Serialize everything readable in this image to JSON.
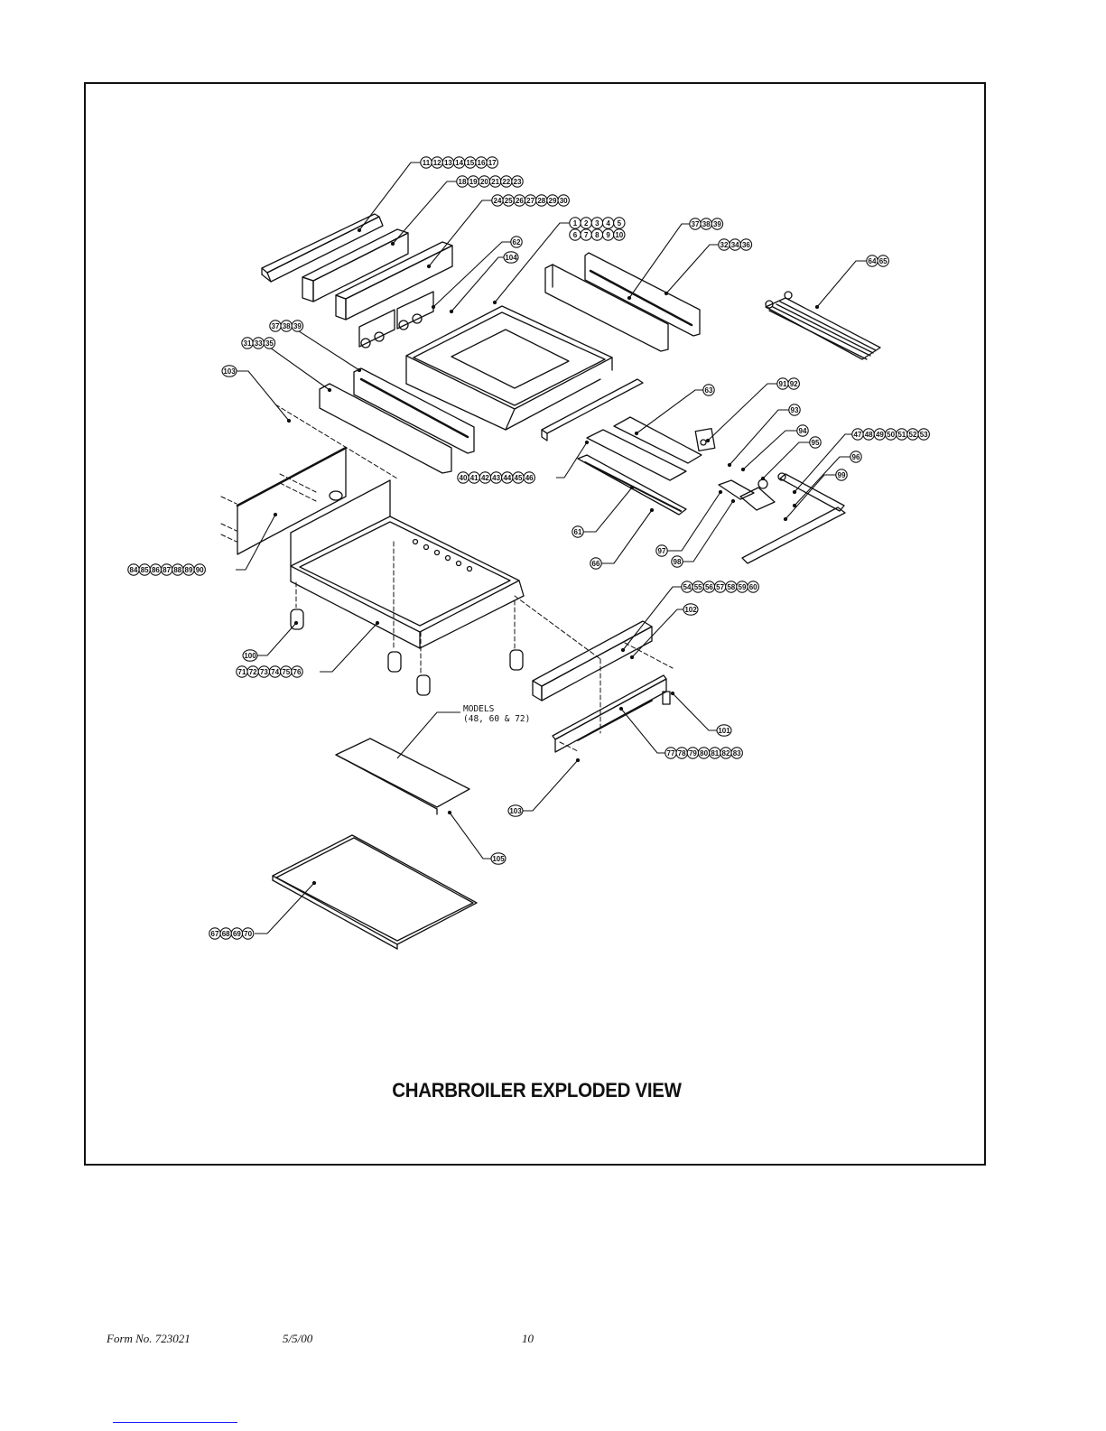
{
  "document": {
    "title": "CHARBROILER EXPLODED VIEW",
    "footer": {
      "form_number": "Form No. 723021",
      "date": "5/5/00",
      "page_number": "10"
    },
    "models_note": {
      "line1": "MODELS",
      "line2": "(48, 60 & 72)"
    }
  },
  "callouts": [
    {
      "id": "grp-11-17",
      "numbers": [
        "11",
        "12",
        "13",
        "14",
        "15",
        "16",
        "17"
      ],
      "part": "top-angle-trim"
    },
    {
      "id": "grp-18-23",
      "numbers": [
        "18",
        "19",
        "20",
        "21",
        "22",
        "23"
      ],
      "part": "rear-box-panel"
    },
    {
      "id": "grp-24-30",
      "numbers": [
        "24",
        "25",
        "26",
        "27",
        "28",
        "29",
        "30"
      ],
      "part": "front-box-panel"
    },
    {
      "id": "grp-1-10",
      "numbers": [
        "1",
        "2",
        "3",
        "4",
        "5",
        "6",
        "7",
        "8",
        "9",
        "10"
      ],
      "part": "firebox"
    },
    {
      "id": "grp-62",
      "numbers": [
        "62"
      ],
      "part": "valve-manifold"
    },
    {
      "id": "grp-104",
      "numbers": [
        "104"
      ],
      "part": "screw"
    },
    {
      "id": "grp-37-39-right",
      "numbers": [
        "37",
        "38",
        "39"
      ],
      "part": "right-side-panel"
    },
    {
      "id": "grp-32-36",
      "numbers": [
        "32",
        "34",
        "36"
      ],
      "part": "right-side-channel"
    },
    {
      "id": "grp-64-65",
      "numbers": [
        "64",
        "65"
      ],
      "part": "cooking-grate"
    },
    {
      "id": "grp-37-39-left",
      "numbers": [
        "37",
        "38",
        "39"
      ],
      "part": "left-side-channel"
    },
    {
      "id": "grp-31-35",
      "numbers": [
        "31",
        "33",
        "35"
      ],
      "part": "left-side-panel"
    },
    {
      "id": "grp-103-left",
      "numbers": [
        "103"
      ],
      "part": "screw"
    },
    {
      "id": "grp-63",
      "numbers": [
        "63"
      ],
      "part": "radiant"
    },
    {
      "id": "grp-91-92",
      "numbers": [
        "91",
        "92"
      ],
      "part": "valve"
    },
    {
      "id": "grp-93",
      "numbers": [
        "93"
      ],
      "part": "orifice"
    },
    {
      "id": "grp-94",
      "numbers": [
        "94"
      ],
      "part": "fitting"
    },
    {
      "id": "grp-95",
      "numbers": [
        "95"
      ],
      "part": "knob"
    },
    {
      "id": "grp-47-53",
      "numbers": [
        "47",
        "48",
        "49",
        "50",
        "51",
        "52",
        "53"
      ],
      "part": "gas-manifold-pipe"
    },
    {
      "id": "grp-96",
      "numbers": [
        "96"
      ],
      "part": "pipe-fitting"
    },
    {
      "id": "grp-99",
      "numbers": [
        "99"
      ],
      "part": "pipe-screw"
    },
    {
      "id": "grp-40-46",
      "numbers": [
        "40",
        "41",
        "42",
        "43",
        "44",
        "45",
        "46"
      ],
      "part": "front-rail"
    },
    {
      "id": "grp-61",
      "numbers": [
        "61"
      ],
      "part": "burner-shield"
    },
    {
      "id": "grp-66",
      "numbers": [
        "66"
      ],
      "part": "burner"
    },
    {
      "id": "grp-97",
      "numbers": [
        "97"
      ],
      "part": "bracket"
    },
    {
      "id": "grp-98",
      "numbers": [
        "98"
      ],
      "part": "manifold-bracket"
    },
    {
      "id": "grp-84-90",
      "numbers": [
        "84",
        "85",
        "86",
        "87",
        "88",
        "89",
        "90"
      ],
      "part": "back-panel"
    },
    {
      "id": "grp-54-60",
      "numbers": [
        "54",
        "55",
        "56",
        "57",
        "58",
        "59",
        "60"
      ],
      "part": "front-box-trim"
    },
    {
      "id": "grp-102",
      "numbers": [
        "102"
      ],
      "part": "screw"
    },
    {
      "id": "grp-100",
      "numbers": [
        "100"
      ],
      "part": "leg"
    },
    {
      "id": "grp-71-76",
      "numbers": [
        "71",
        "72",
        "73",
        "74",
        "75",
        "76"
      ],
      "part": "base-frame"
    },
    {
      "id": "grp-101",
      "numbers": [
        "101"
      ],
      "part": "end-bracket"
    },
    {
      "id": "grp-77-83",
      "numbers": [
        "77",
        "78",
        "79",
        "80",
        "81",
        "82",
        "83"
      ],
      "part": "control-panel"
    },
    {
      "id": "grp-103-right",
      "numbers": [
        "103"
      ],
      "part": "screw"
    },
    {
      "id": "grp-105",
      "numbers": [
        "105"
      ],
      "part": "drip-shield"
    },
    {
      "id": "grp-67-70",
      "numbers": [
        "67",
        "68",
        "69",
        "70"
      ],
      "part": "drip-tray"
    }
  ]
}
